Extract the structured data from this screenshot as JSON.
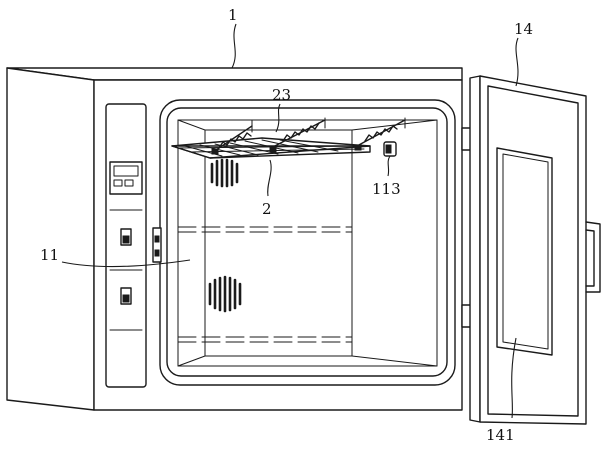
{
  "labels": {
    "cabinet": "1",
    "door": "14",
    "rack_mechanism": "23",
    "tray": "2",
    "fastener": "113",
    "chamber": "11",
    "window": "141"
  },
  "colors": {
    "line": "#1a1a1a",
    "background": "#ffffff"
  }
}
